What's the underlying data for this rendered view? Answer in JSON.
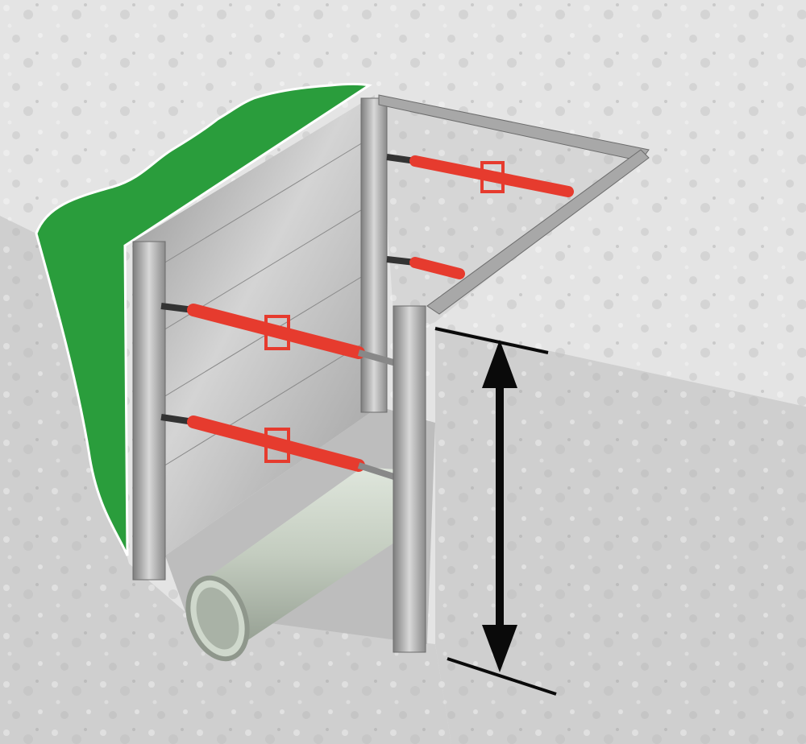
{
  "figure": {
    "colors": {
      "ground_top": "#e4e4e4",
      "ground_face": "#cfcfcf",
      "trench_floor": "#bdbdbd",
      "cut_soil": "#2a9d3c",
      "panel_steel": "#b9b9b9",
      "rail_steel": "#a8a8a8",
      "strut": "#e63b2e",
      "pipe": "#cfd8cc",
      "dimension_arrow": "#0a0a0a"
    },
    "struts": [
      {
        "label": "",
        "level": "upper"
      },
      {
        "label": "",
        "level": "lower"
      }
    ],
    "dimension": {
      "label": "",
      "meaning": "trench depth"
    }
  }
}
